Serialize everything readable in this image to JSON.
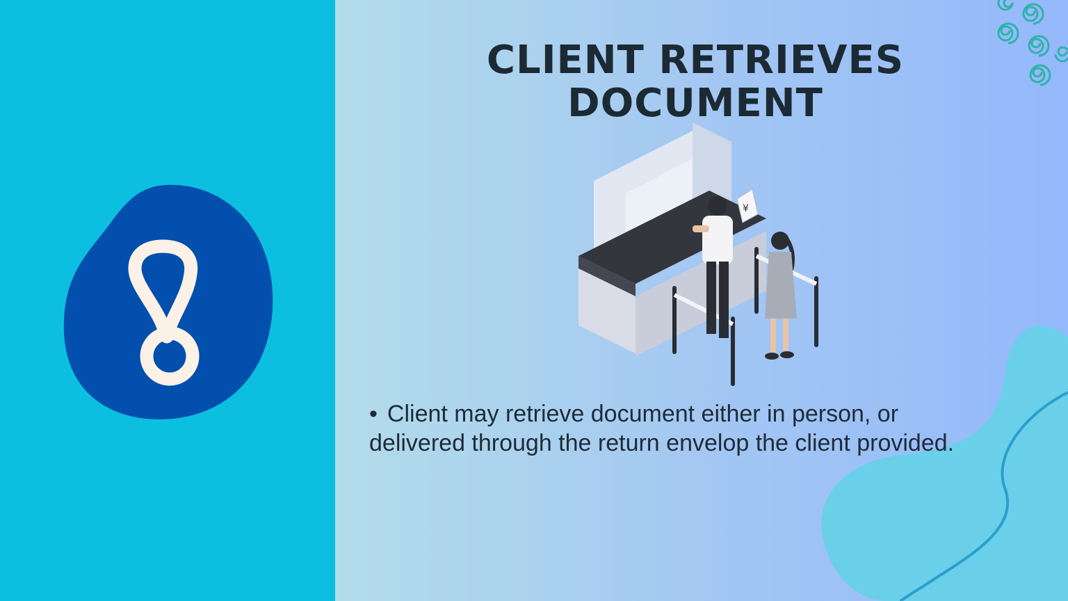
{
  "slide": {
    "step_number": "8",
    "title_line1": "Client Retrieves",
    "title_line2": "Document",
    "bullet_line1": "Client may retrieve document either in person, or",
    "bullet_line2": "delivered through the return envelop the client provided.",
    "sign_symbol": "¥"
  },
  "colors": {
    "left_panel": "#0cbfe0",
    "badge_blob": "#034fae",
    "number_stroke": "#fbf1e6",
    "title_text": "#1c2a33",
    "swirl": "#2fb3a9",
    "corner_blob": "#6ad0ea"
  },
  "icons": {
    "badge": "blob-badge-icon",
    "illustration": "service-counter-illustration",
    "swirls": "spiral-swirl-icon"
  }
}
